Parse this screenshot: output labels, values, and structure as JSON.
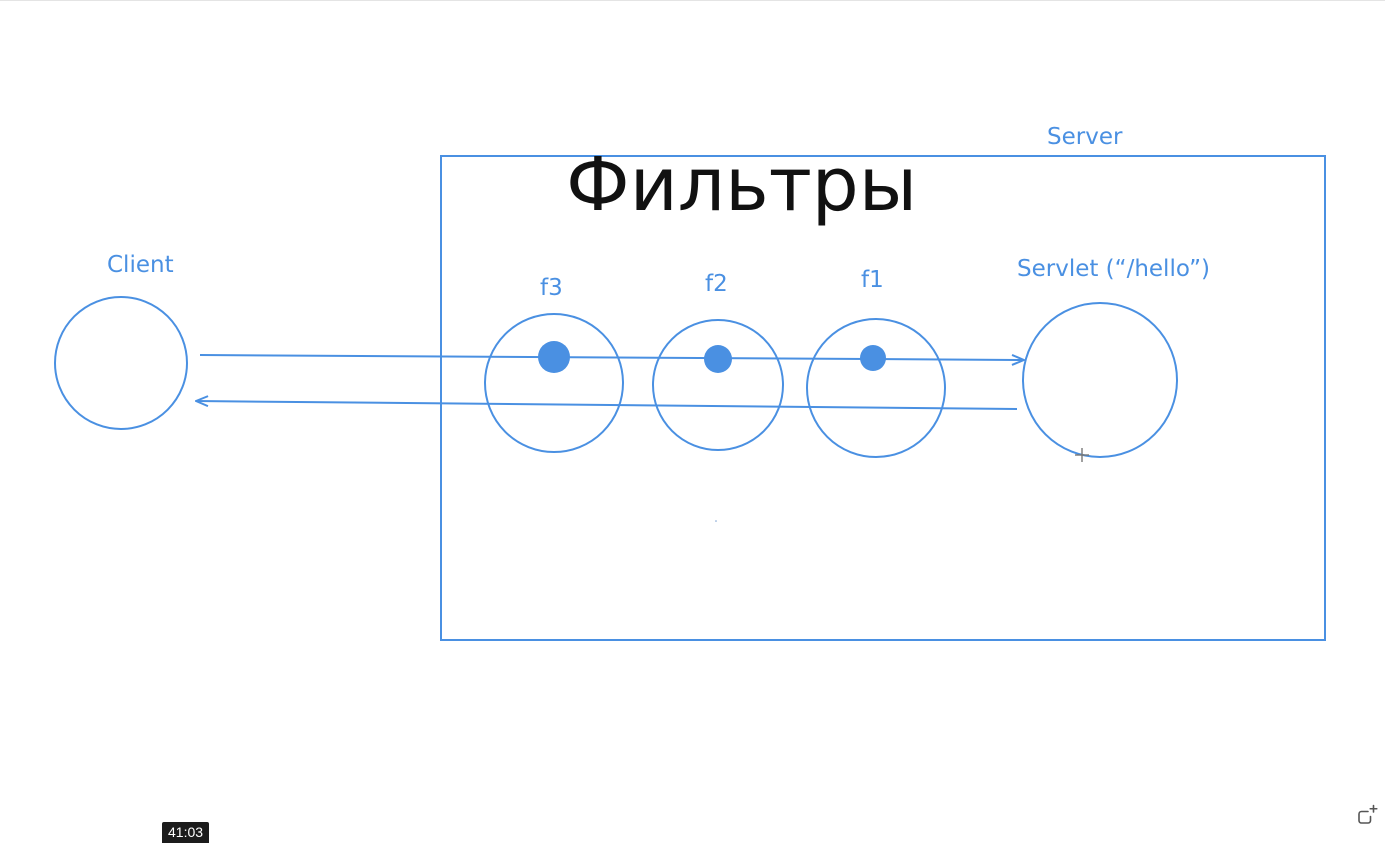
{
  "diagram": {
    "title": "Фильтры",
    "server_label": "Server",
    "client_label": "Client",
    "filters": [
      {
        "label": "f3"
      },
      {
        "label": "f2"
      },
      {
        "label": "f1"
      }
    ],
    "servlet_label": "Servlet (“/hello”)"
  },
  "player": {
    "timestamp": "41:03",
    "share_icon": "share-icon"
  },
  "colors": {
    "stroke": "#4a90e2",
    "title": "#111111",
    "timestamp_bg": "#1c1c1c"
  }
}
